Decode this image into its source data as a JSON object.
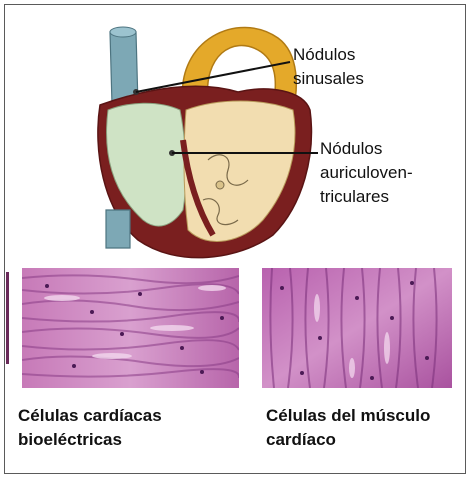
{
  "labels": {
    "sinus_node": "Nódulos\nsinusales",
    "av_node": "Nódulos\nauriculoven-\ntriculares"
  },
  "captions": {
    "left": "Células cardíacas\nbioeléctricas",
    "right": "Células del músculo\ncardíaco"
  },
  "colors": {
    "aorta": "#e4a92a",
    "vena_cava": "#7da8b5",
    "heart_wall": "#7a1f1f",
    "right_heart": "#cfe3c5",
    "left_heart": "#f2ddb0",
    "tissue_base": "#c77ab8",
    "tissue_dark": "#7a2f7a"
  }
}
